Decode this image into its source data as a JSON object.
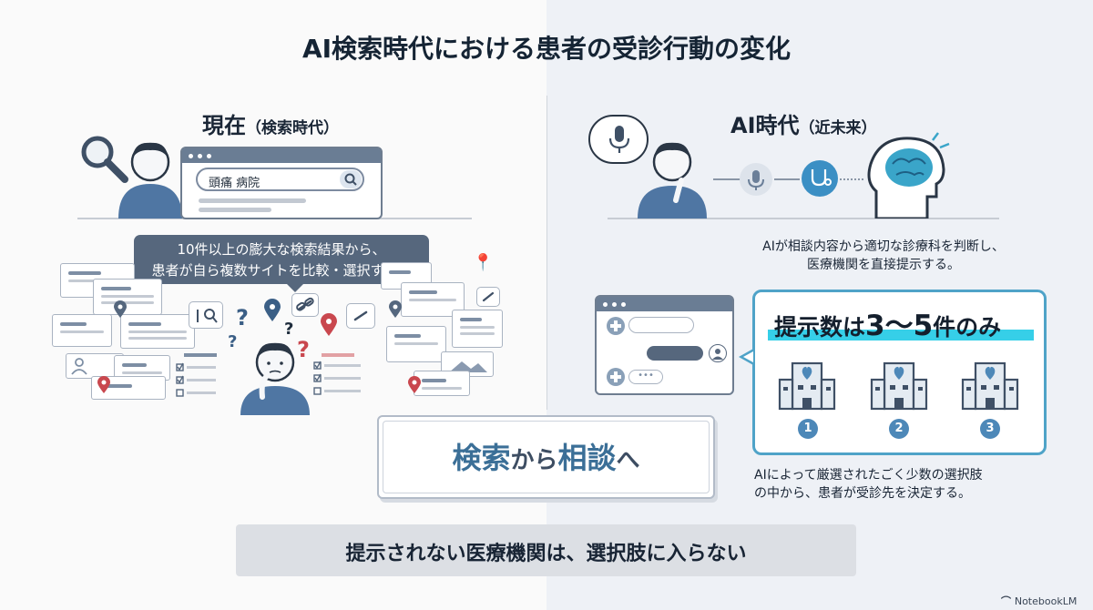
{
  "title": "AI検索時代における患者の受診行動の変化",
  "left": {
    "heading": "現在",
    "heading_sub": "（検索時代）",
    "search_query": "頭痛 病院",
    "callout_line1": "10件以上の膨大な検索結果から、",
    "callout_line2": "患者が自ら複数サイトを比較・選択する。"
  },
  "right": {
    "heading": "AI時代",
    "heading_sub": "（近未来）",
    "ai_desc_line1": "AIが相談内容から適切な診療科を判断し、",
    "ai_desc_line2": "医療機関を直接提示する。",
    "results_prefix": "提示数は",
    "results_number": "3〜5",
    "results_suffix": "件のみ",
    "hospital_numbers": [
      "1",
      "2",
      "3"
    ],
    "select_desc_line1": "AIによって厳選されたごく少数の選択肢",
    "select_desc_line2": "の中から、患者が受診先を決定する。"
  },
  "key_message": {
    "part1": "検索",
    "part2": "から",
    "part3": "相談",
    "part4": "へ"
  },
  "conclusion": "提示されない医療機関は、選択肢に入らない",
  "footer": "NotebookLM",
  "colors": {
    "accent_blue": "#4fa3c8",
    "highlight_cyan": "#36cfe8",
    "dark_slate": "#56677d",
    "question_red": "#c9474e",
    "question_blue": "#3b5f86"
  }
}
